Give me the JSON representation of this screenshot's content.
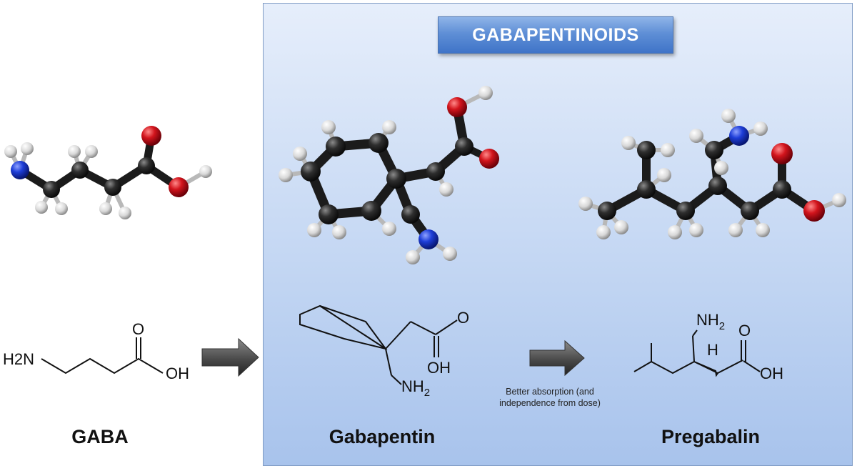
{
  "panel_title": "GABAPENTINOIDS",
  "molecules": {
    "gaba": {
      "name": "GABA",
      "amine": "H2N",
      "o": "O",
      "oh": "OH"
    },
    "gabapentin": {
      "name": "Gabapentin",
      "o": "O",
      "oh": "OH",
      "amine": "NH",
      "amine_sub": "2"
    },
    "pregabalin": {
      "name": "Pregabalin",
      "amine": "NH",
      "amine_sub": "2",
      "h": "H",
      "o": "O",
      "oh": "OH"
    }
  },
  "note": "Better absorption (and independence from dose)",
  "colors": {
    "panel_top": "#e6eefb",
    "panel_bottom": "#a8c3ec",
    "title_box": "#5f8fd6",
    "carbon": "#2a2a2a",
    "hydrogen": "#e8e8e8",
    "oxygen": "#d2141c",
    "nitrogen": "#1e3ed8",
    "arrow": "#555555"
  }
}
